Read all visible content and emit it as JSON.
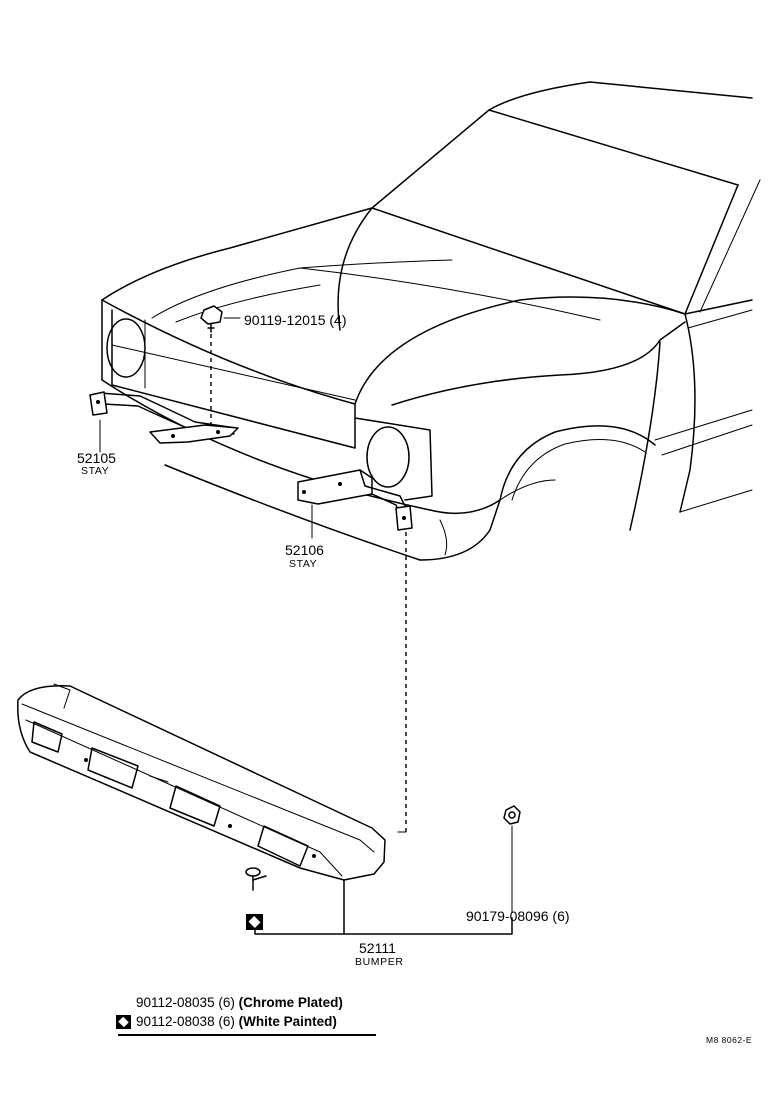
{
  "callouts": {
    "bolt_top": "90119-12015 (4)",
    "stay_left": {
      "number": "52105",
      "name": "STAY"
    },
    "stay_right": {
      "number": "52106",
      "name": "STAY"
    },
    "bumper": {
      "number": "52111",
      "name": "BUMPER"
    },
    "nut": "90179-08096 (6)"
  },
  "legend": [
    {
      "part": "90112-08035 (6)",
      "note": "(Chrome Plated)",
      "marked": false
    },
    {
      "part": "90112-08038 (6)",
      "note": "(White Painted)",
      "marked": true
    }
  ],
  "drawing_ref": "M8 8062-E"
}
